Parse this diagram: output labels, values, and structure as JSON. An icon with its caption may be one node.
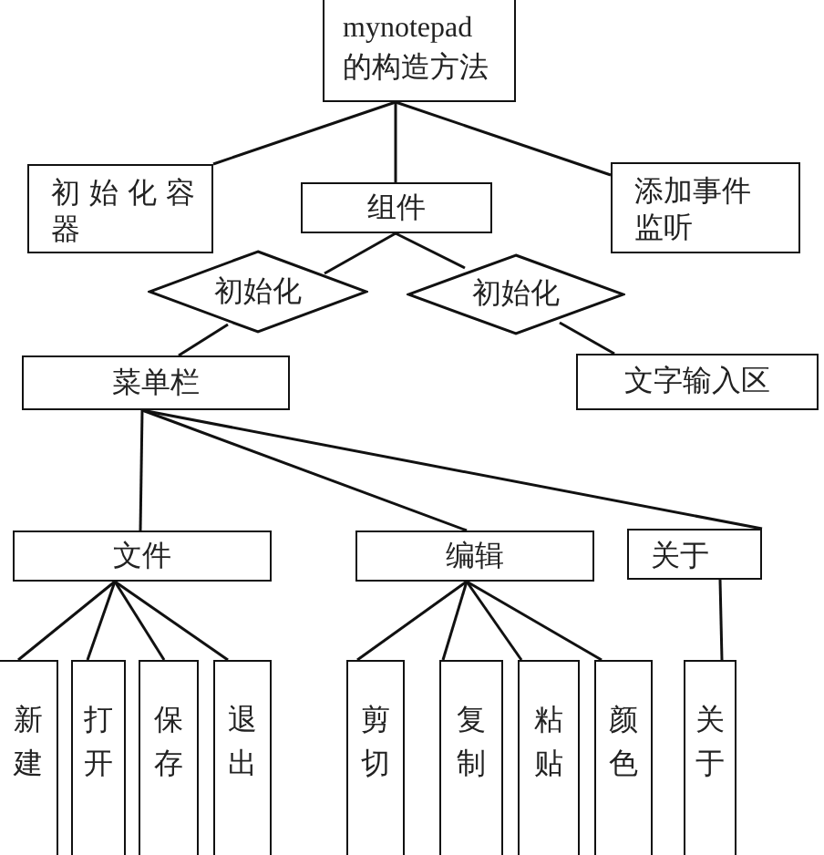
{
  "diagram": {
    "nodes": [
      {
        "text": [
          "mynotepad 的构造方法"
        ]
      },
      {
        "text": [
          "初始化容器"
        ]
      },
      {
        "text": [
          "组件"
        ]
      },
      {
        "text": [
          "添加事件监听"
        ]
      },
      {
        "text": [
          "初始化"
        ]
      },
      {
        "text": [
          "初始化"
        ]
      },
      {
        "text": [
          "菜单栏"
        ]
      },
      {
        "text": [
          "文字输入区"
        ]
      },
      {
        "text": [
          "文件"
        ]
      },
      {
        "text": [
          "编辑"
        ]
      },
      {
        "text": [
          "关于"
        ]
      },
      {
        "text": [
          "新建"
        ]
      },
      {
        "text": [
          "打开"
        ]
      },
      {
        "text": [
          "保存"
        ]
      },
      {
        "text": [
          "退出"
        ]
      },
      {
        "text": [
          "剪切"
        ]
      },
      {
        "text": [
          "复制"
        ]
      },
      {
        "text": [
          "粘贴"
        ]
      },
      {
        "text": [
          "颜色"
        ]
      },
      {
        "text": [
          "关于"
        ]
      }
    ],
    "edges": [
      {
        "from": 0,
        "to": 1,
        "arrow": "none"
      },
      {
        "from": 0,
        "to": 2,
        "arrow": "none"
      },
      {
        "from": 0,
        "to": 3,
        "arrow": "none"
      },
      {
        "from": 2,
        "to": 4,
        "arrow": "none"
      },
      {
        "from": 2,
        "to": 5,
        "arrow": "none"
      },
      {
        "from": 4,
        "to": 6,
        "arrow": "none"
      },
      {
        "from": 5,
        "to": 7,
        "arrow": "none"
      },
      {
        "from": 6,
        "to": 8,
        "arrow": "none"
      },
      {
        "from": 6,
        "to": 9,
        "arrow": "none"
      },
      {
        "from": 6,
        "to": 10,
        "arrow": "none"
      },
      {
        "from": 8,
        "to": 11,
        "arrow": "none"
      },
      {
        "from": 8,
        "to": 12,
        "arrow": "none"
      },
      {
        "from": 8,
        "to": 13,
        "arrow": "none"
      },
      {
        "from": 8,
        "to": 14,
        "arrow": "none"
      },
      {
        "from": 9,
        "to": 15,
        "arrow": "none"
      },
      {
        "from": 9,
        "to": 16,
        "arrow": "none"
      },
      {
        "from": 9,
        "to": 17,
        "arrow": "none"
      },
      {
        "from": 9,
        "to": 18,
        "arrow": "none"
      },
      {
        "from": 10,
        "to": 19,
        "arrow": "none"
      }
    ]
  }
}
